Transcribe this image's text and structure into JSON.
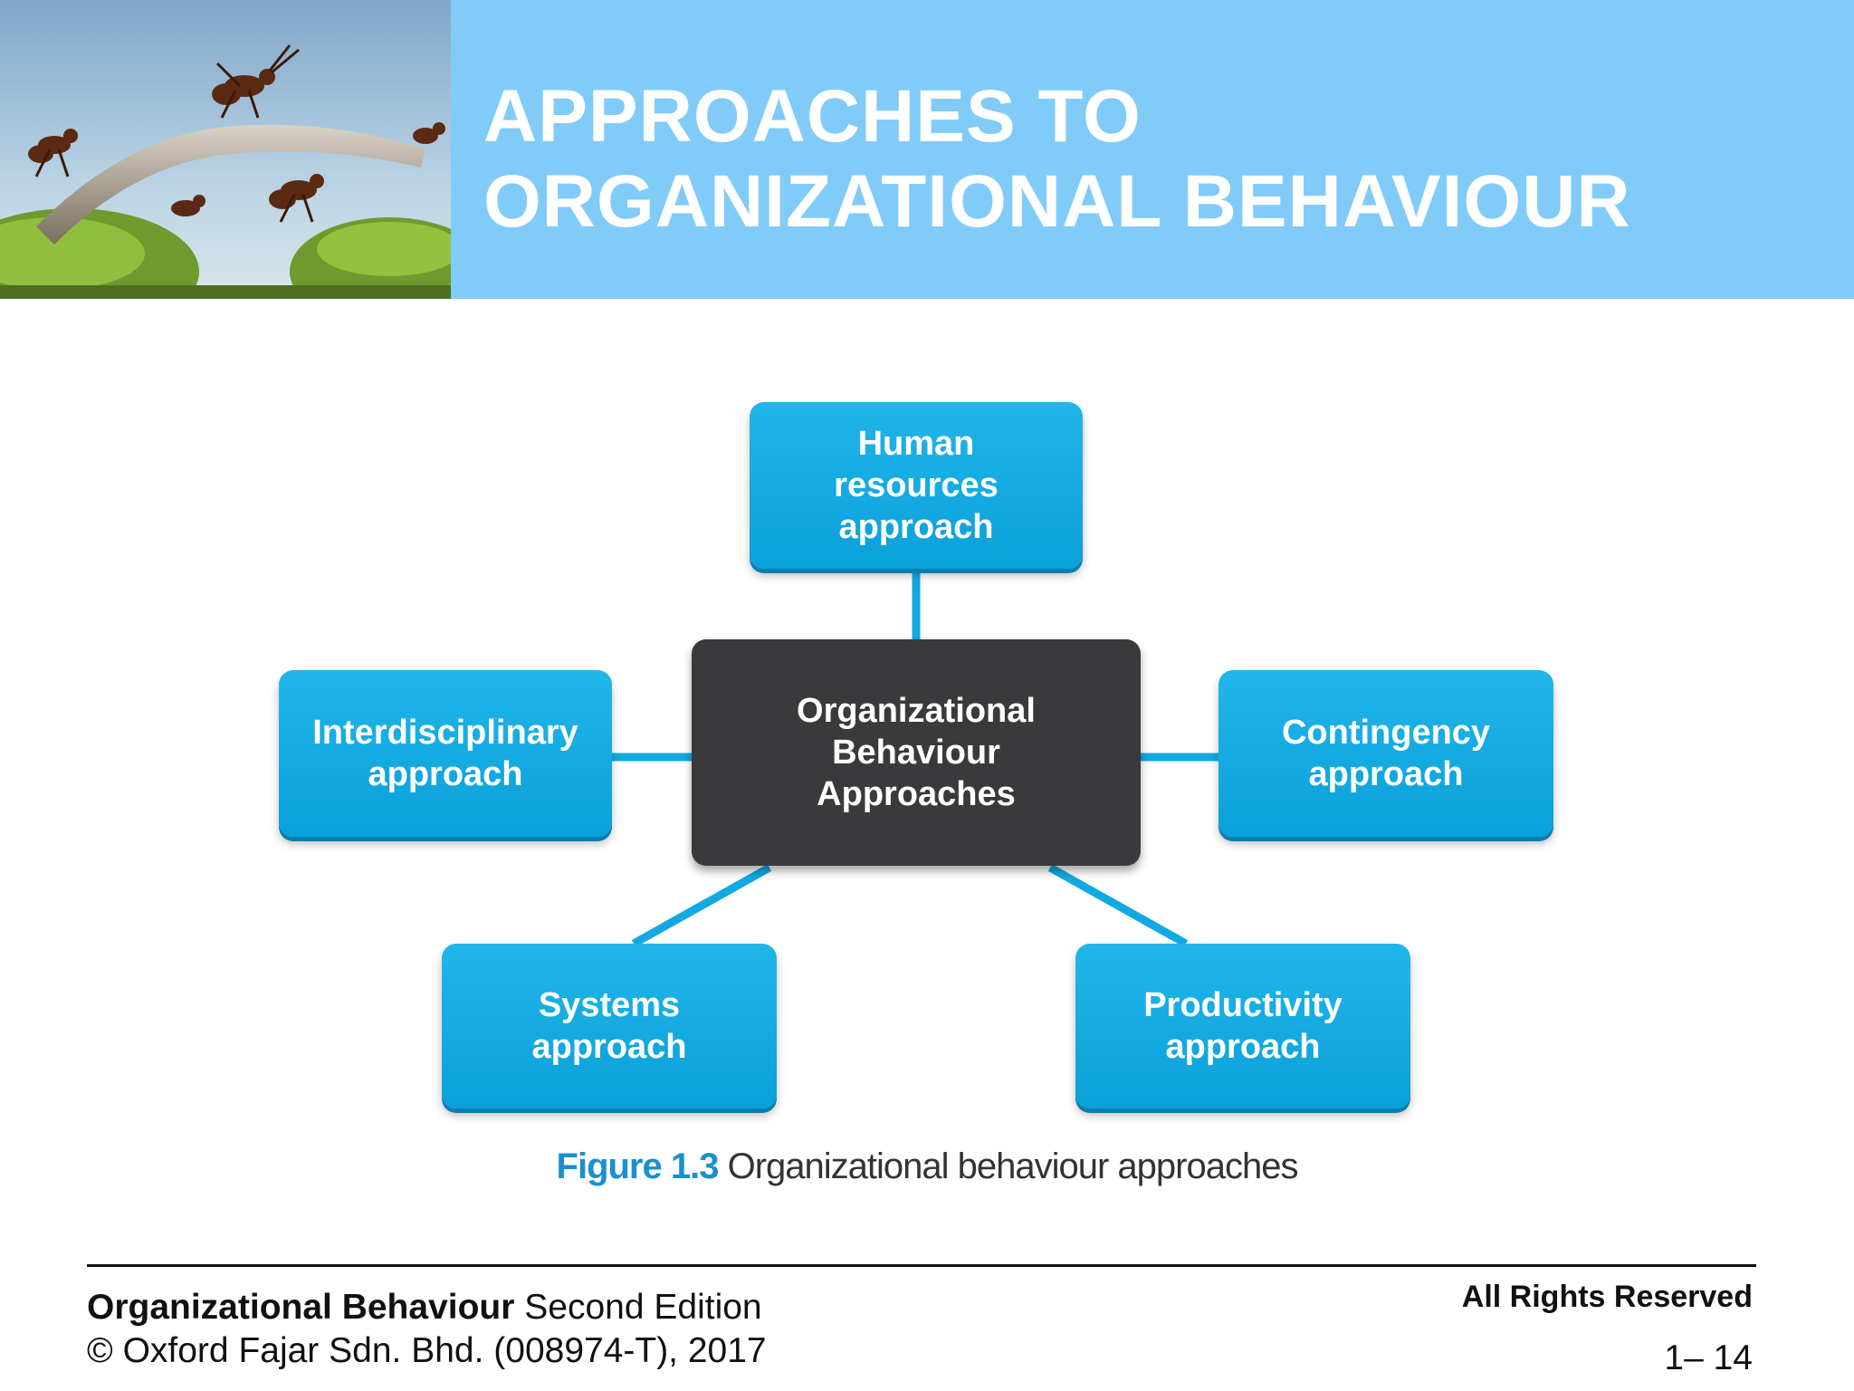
{
  "header": {
    "title_line1": "APPROACHES TO",
    "title_line2": "ORGANIZATIONAL BEHAVIOUR",
    "band_color": "#81CBF9"
  },
  "diagram": {
    "center": {
      "line1": "Organizational",
      "line2": "Behaviour",
      "line3": "Approaches"
    },
    "top": {
      "line1": "Human",
      "line2": "resources",
      "line3": "approach"
    },
    "left": {
      "line1": "Interdisciplinary",
      "line2": "approach"
    },
    "right": {
      "line1": "Contingency",
      "line2": "approach"
    },
    "bottom_left": {
      "line1": "Systems",
      "line2": "approach"
    },
    "bottom_right": {
      "line1": "Productivity",
      "line2": "approach"
    },
    "node_color": "#12A9E2",
    "center_color": "#3a3a3c"
  },
  "caption": {
    "label": "Figure 1.3",
    "text": " Organizational behaviour approaches"
  },
  "footer": {
    "book_title": "Organizational Behaviour",
    "edition": " Second Edition",
    "copyright": "© Oxford Fajar Sdn. Bhd. (008974-T), 2017",
    "rights": "All Rights Reserved",
    "page": "1– 14"
  }
}
